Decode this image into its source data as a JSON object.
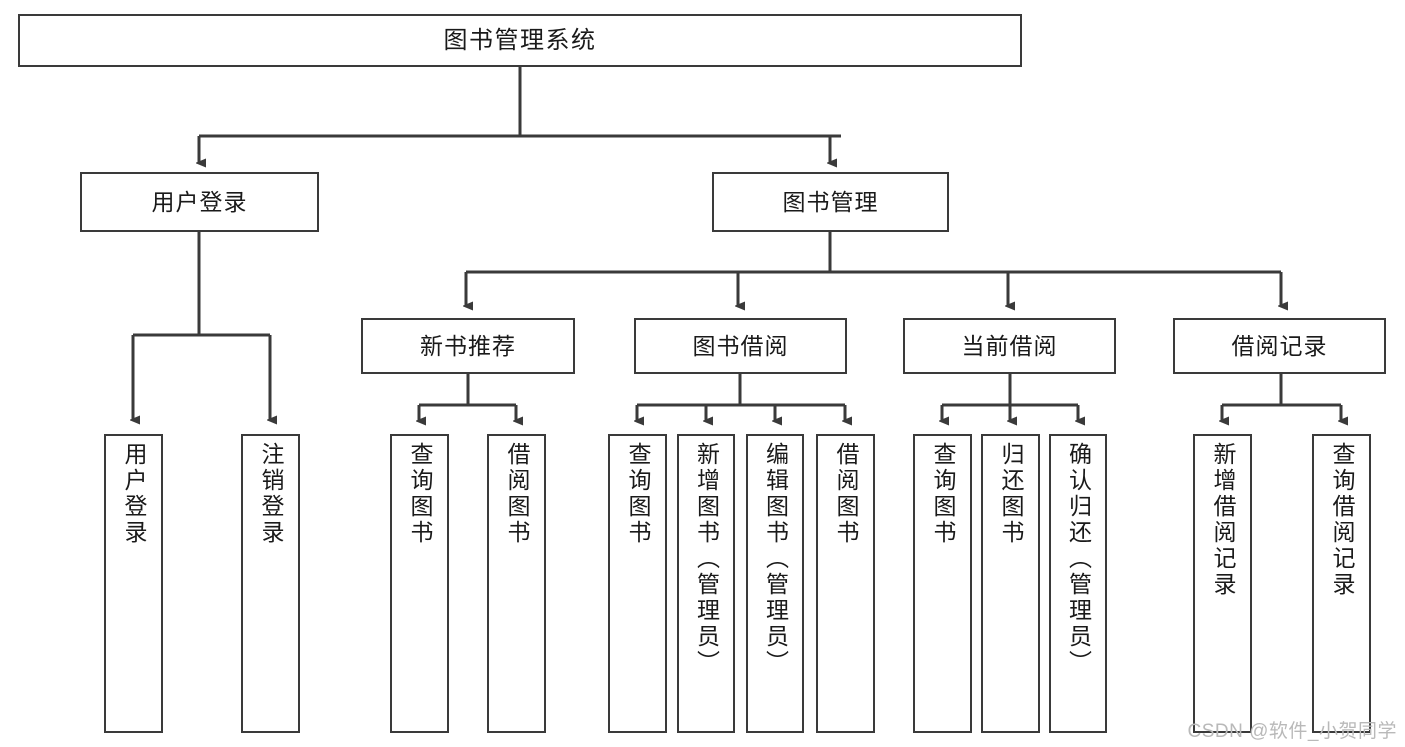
{
  "diagram": {
    "title": "图书管理系统",
    "type": "tree",
    "colors": {
      "box_border": "#3a3a3a",
      "box_fill": "#ffffff",
      "line": "#3a3a3a",
      "text": "#1a1a1a",
      "watermark": "#b9b9b9",
      "background": "#ffffff"
    },
    "nodes": {
      "root": {
        "label": "图书管理系统"
      },
      "level2": [
        {
          "label": "用户登录"
        },
        {
          "label": "图书管理"
        }
      ],
      "level3": [
        {
          "label": "新书推荐"
        },
        {
          "label": "图书借阅"
        },
        {
          "label": "当前借阅"
        },
        {
          "label": "借阅记录"
        }
      ],
      "leaves": {
        "user_login": [
          {
            "label": "用户登录"
          },
          {
            "label": "注销登录"
          }
        ],
        "new_book": [
          {
            "label": "查询图书"
          },
          {
            "label": "借阅图书"
          }
        ],
        "borrow_book": [
          {
            "label": "查询图书"
          },
          {
            "label": "新增图书（管理员）"
          },
          {
            "label": "编辑图书（管理员）"
          },
          {
            "label": "借阅图书"
          }
        ],
        "current_borrow": [
          {
            "label": "查询图书"
          },
          {
            "label": "归还图书"
          },
          {
            "label": "确认归还（管理员）"
          }
        ],
        "borrow_record": [
          {
            "label": "新增借阅记录"
          },
          {
            "label": "查询借阅记录"
          }
        ]
      }
    },
    "watermark": "CSDN @软件_小贺同学"
  }
}
